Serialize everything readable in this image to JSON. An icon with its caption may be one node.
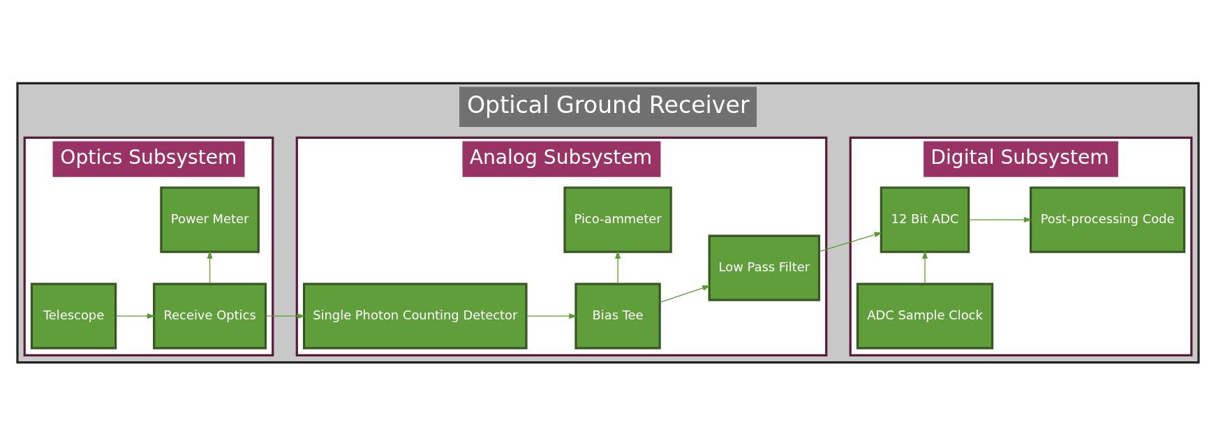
{
  "diagram": {
    "nodes": [
      {
        "text": [
          "Optical Ground Receiver"
        ]
      },
      {
        "text": [
          "Optics Subsystem"
        ],
        "in": 0
      },
      {
        "text": [
          "Telescope"
        ],
        "in": 1
      },
      {
        "text": [
          "Receive Optics"
        ],
        "in": 1
      },
      {
        "text": [
          "Power Meter"
        ],
        "in": 1
      },
      {
        "text": [
          "Analog Subsystem"
        ],
        "in": 0
      },
      {
        "text": [
          "Single Photon Counting Detector"
        ],
        "in": 5
      },
      {
        "text": [
          "Bias Tee"
        ],
        "in": 5
      },
      {
        "text": [
          "Low Pass Filter"
        ],
        "in": 5
      },
      {
        "text": [
          "Pico-ammeter"
        ],
        "in": 5
      },
      {
        "text": [
          "Digital Subsystem"
        ],
        "in": 0
      },
      {
        "text": [
          "12 Bit ADC"
        ],
        "in": 10
      },
      {
        "text": [
          "Post-processing Code"
        ],
        "in": 10
      },
      {
        "text": [
          "ADC Sample Clock"
        ],
        "in": 10
      }
    ],
    "edges": [
      {
        "from": 2,
        "to": 3,
        "arrow": "to"
      },
      {
        "from": 3,
        "to": 6,
        "arrow": "to"
      },
      {
        "from": 3,
        "to": 4,
        "arrow": "to"
      },
      {
        "from": 6,
        "to": 7,
        "arrow": "to"
      },
      {
        "from": 7,
        "to": 8,
        "arrow": "to"
      },
      {
        "from": 7,
        "to": 9,
        "arrow": "to"
      },
      {
        "from": 8,
        "to": 11,
        "arrow": "to"
      },
      {
        "from": 11,
        "to": 12,
        "arrow": "to"
      },
      {
        "from": 13,
        "to": 11,
        "arrow": "to"
      }
    ]
  }
}
